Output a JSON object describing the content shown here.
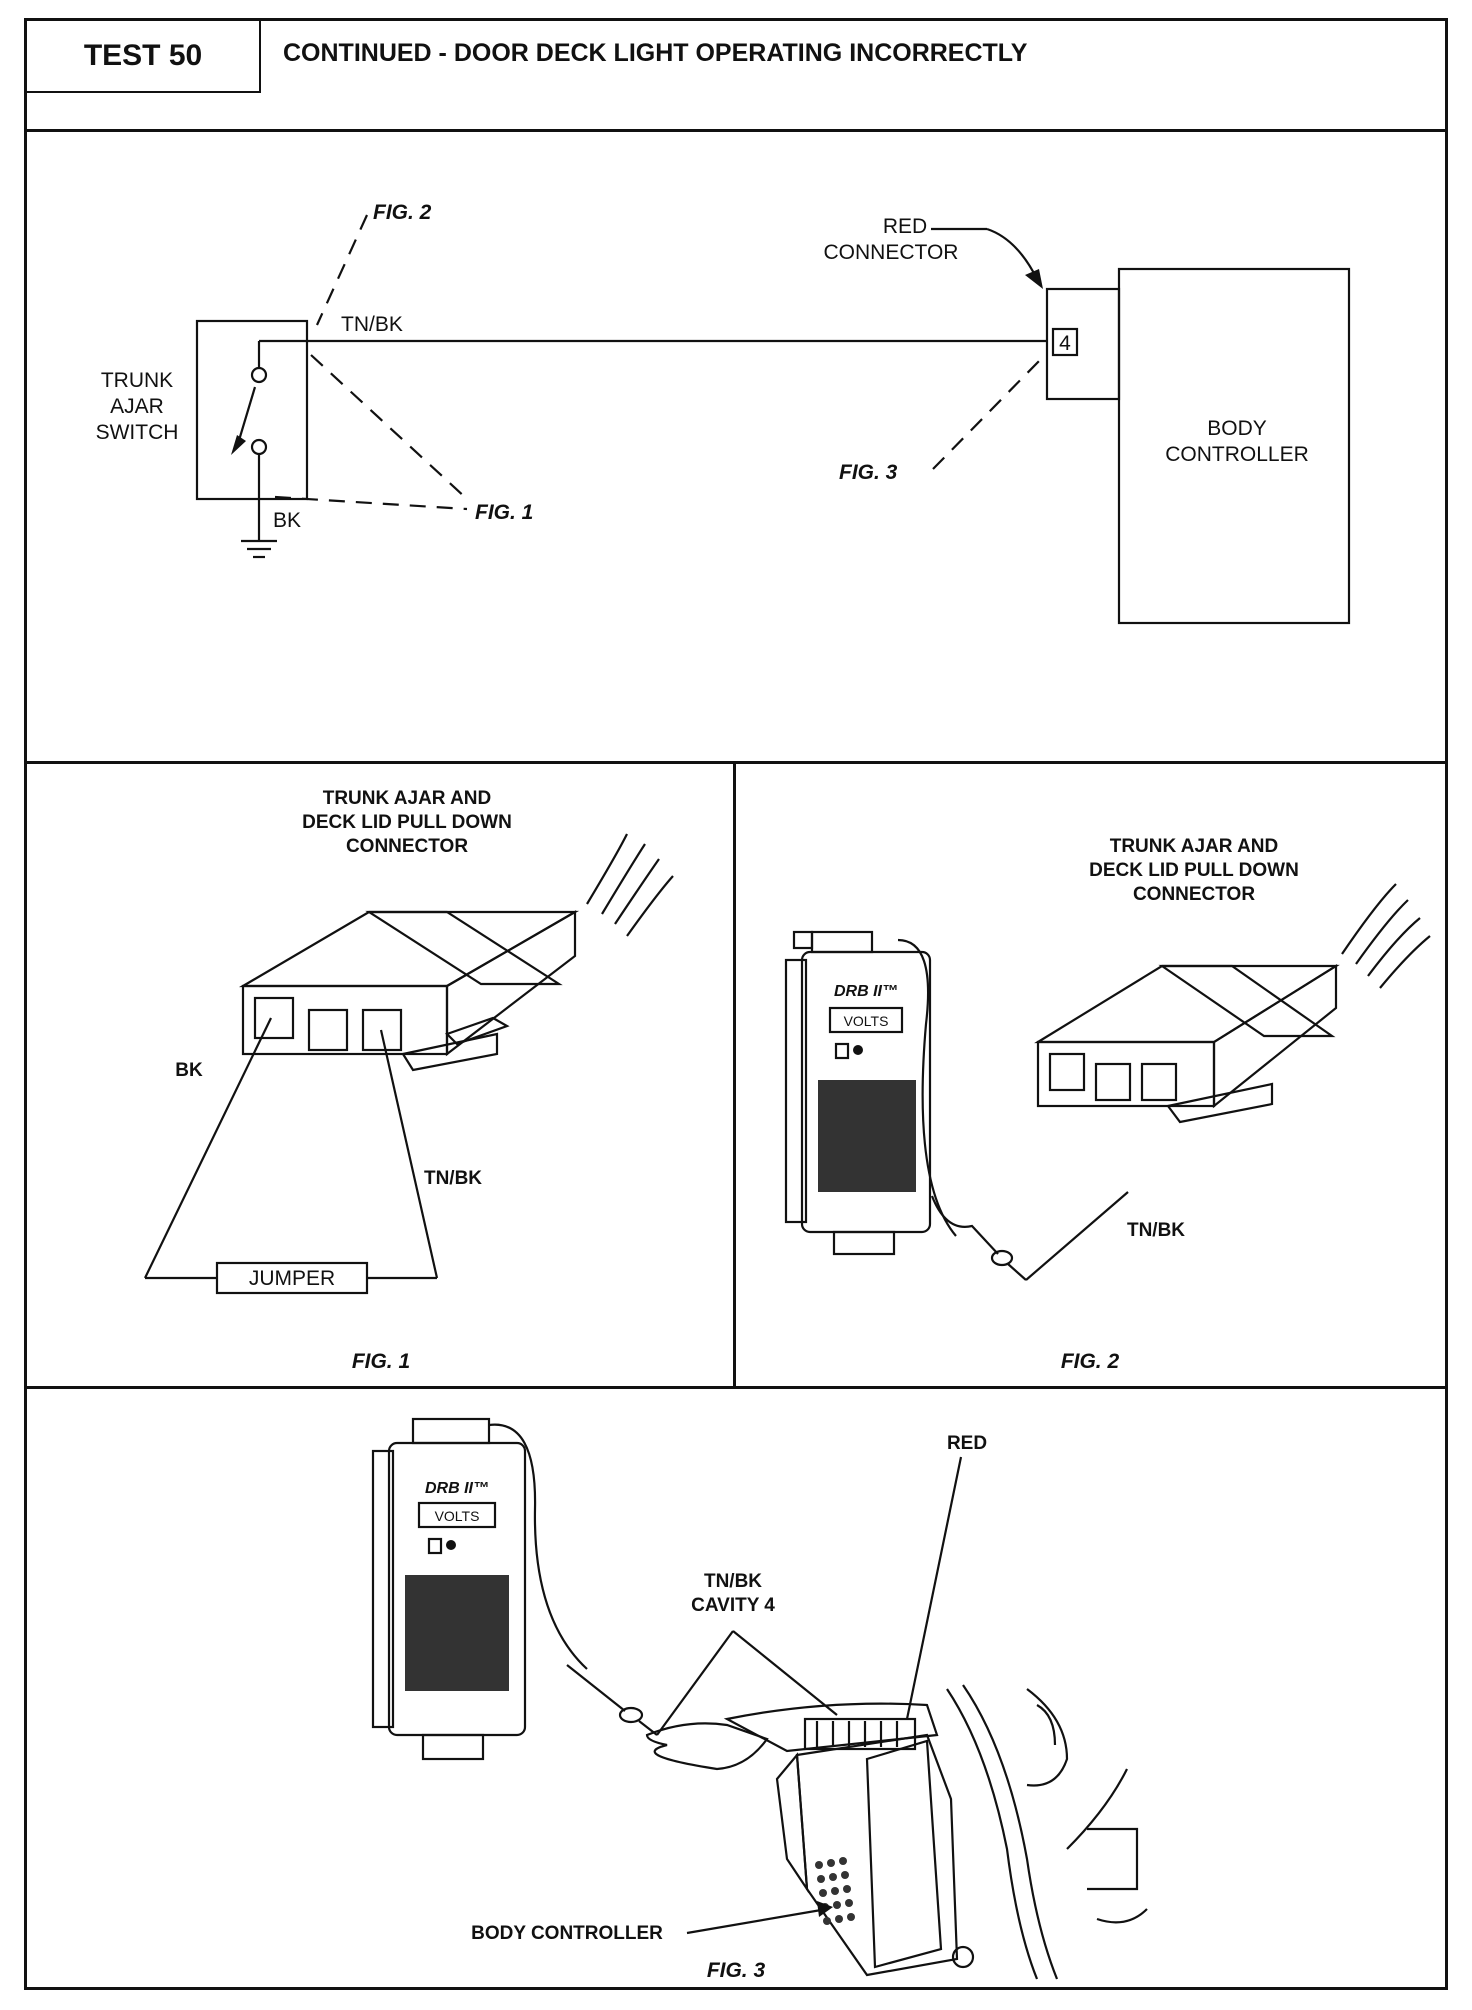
{
  "header": {
    "test_label": "TEST 50",
    "title": "CONTINUED - DOOR DECK LIGHT OPERATING INCORRECTLY"
  },
  "schematic": {
    "switch_label": [
      "TRUNK",
      "AJAR",
      "SWITCH"
    ],
    "wire_top": "TN/BK",
    "wire_bottom": "BK",
    "red_connector": [
      "RED",
      "CONNECTOR"
    ],
    "pin": "4",
    "controller": [
      "BODY",
      "CONTROLLER"
    ],
    "fig1": "FIG. 1",
    "fig2": "FIG. 2",
    "fig3": "FIG. 3"
  },
  "fig1_panel": {
    "title": [
      "TRUNK AJAR AND",
      "DECK LID PULL DOWN",
      "CONNECTOR"
    ],
    "bk": "BK",
    "tnbk": "TN/BK",
    "jumper": "JUMPER",
    "caption": "FIG. 1"
  },
  "fig2_panel": {
    "title": [
      "TRUNK AJAR AND",
      "DECK LID PULL DOWN",
      "CONNECTOR"
    ],
    "tnbk": "TN/BK",
    "tester_brand": "DRB II™",
    "tester_display": "VOLTS",
    "caption": "FIG. 2"
  },
  "fig3_panel": {
    "red": "RED",
    "tnbk_cavity": [
      "TN/BK",
      "CAVITY 4"
    ],
    "body_controller": "BODY CONTROLLER",
    "tester_brand": "DRB II™",
    "tester_display": "VOLTS",
    "caption": "FIG. 3"
  }
}
